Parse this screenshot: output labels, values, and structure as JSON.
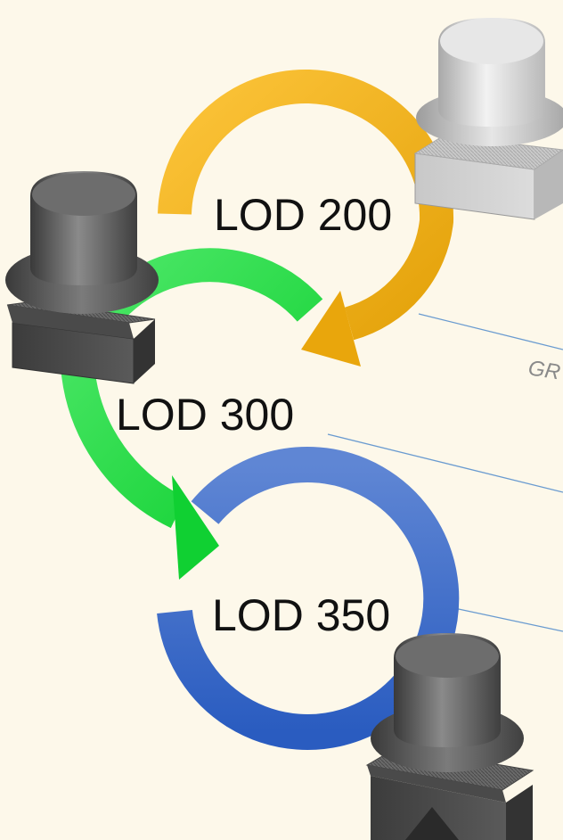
{
  "stages": [
    {
      "label": "LOD 200",
      "color": "#f6b81e"
    },
    {
      "label": "LOD 300",
      "color": "#1fd244"
    },
    {
      "label": "LOD 350",
      "color": "#3c6cc8"
    }
  ],
  "side_text": "GR",
  "colors": {
    "background": "#fdf8ea",
    "connector_line": "#6a9bd0",
    "model_light": "#d6d6d6",
    "model_dark": "#555555"
  }
}
